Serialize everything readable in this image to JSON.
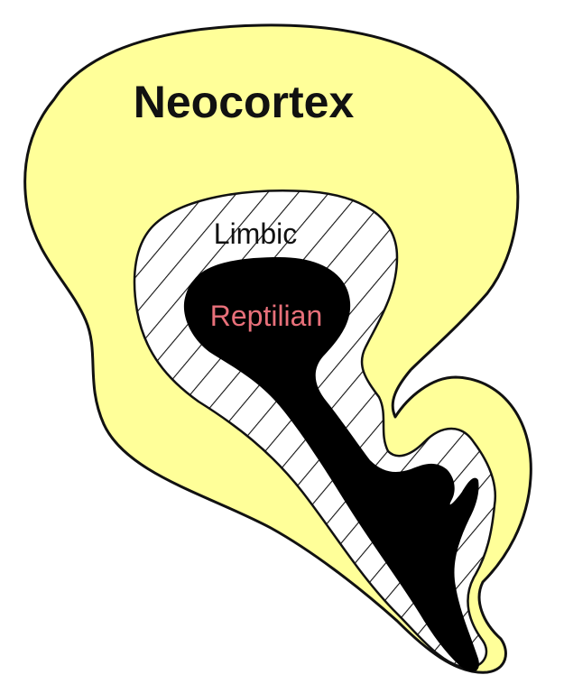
{
  "labels": {
    "neocortex": "Neocortex",
    "limbic": "Limbic",
    "reptilian": "Reptilian"
  },
  "colors": {
    "neocortex_fill": "#ffff99",
    "outline": "#111111",
    "limbic_fill": "#ffffff",
    "limbic_hatch": "#111111",
    "reptilian_fill": "#000000",
    "reptilian_text": "#e8707a"
  }
}
